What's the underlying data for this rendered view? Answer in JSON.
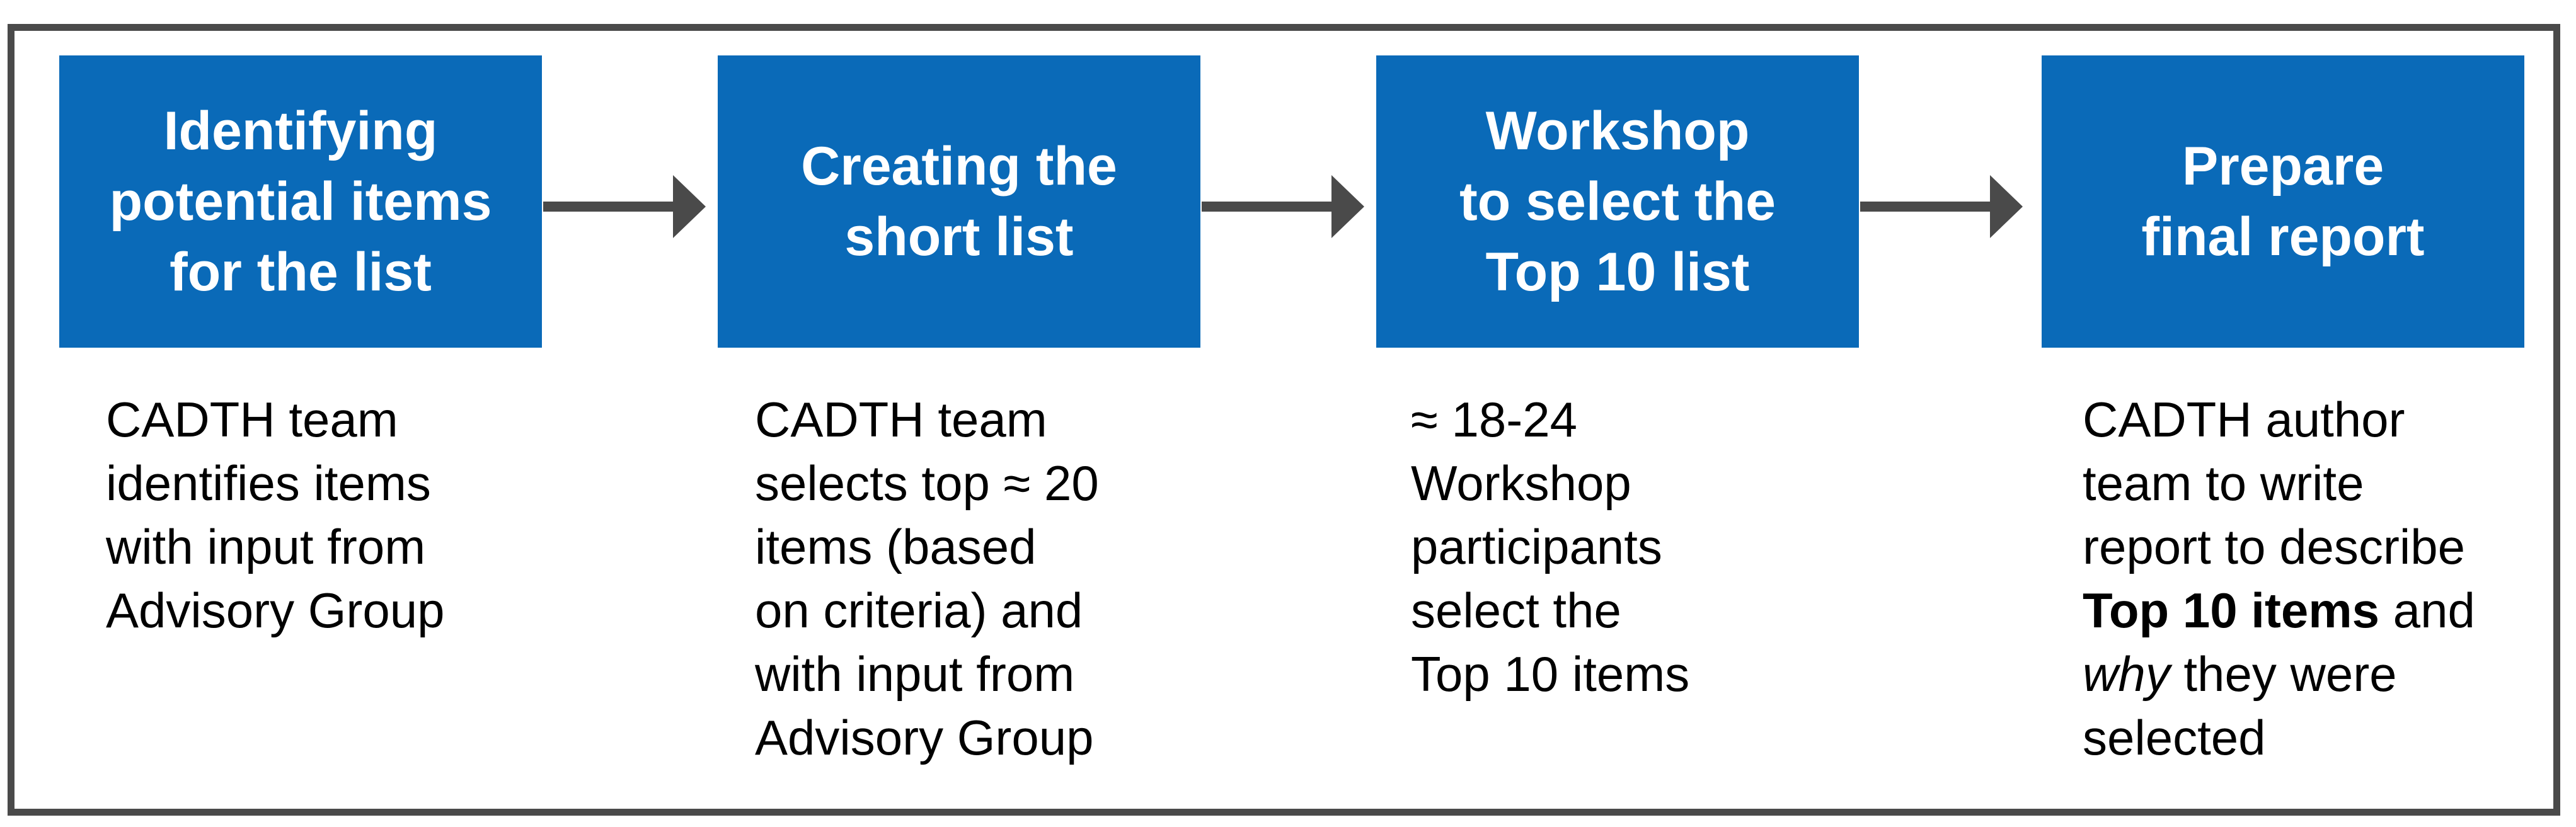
{
  "figure": {
    "frame_color": "#4a4a4a",
    "box_color": "#0a6ab8",
    "arrow_color": "#4a4a4a",
    "title_color": "#ffffff",
    "body_text_color": "#000000",
    "steps": [
      {
        "title": "Identifying\npotential items\nfor the list",
        "desc_runs": [
          [
            {
              "t": "CADTH team"
            }
          ],
          [
            {
              "t": "identifies items"
            }
          ],
          [
            {
              "t": "with input from"
            }
          ],
          [
            {
              "t": "Advisory Group"
            }
          ]
        ]
      },
      {
        "title": "Creating the\nshort list",
        "desc_runs": [
          [
            {
              "t": "CADTH team"
            }
          ],
          [
            {
              "t": "selects top ≈ 20"
            }
          ],
          [
            {
              "t": "items (based"
            }
          ],
          [
            {
              "t": "on criteria) and"
            }
          ],
          [
            {
              "t": "with input from"
            }
          ],
          [
            {
              "t": "Advisory Group"
            }
          ]
        ]
      },
      {
        "title": "Workshop\nto select the\nTop 10 list",
        "desc_runs": [
          [
            {
              "t": "≈ 18-24"
            }
          ],
          [
            {
              "t": "Workshop"
            }
          ],
          [
            {
              "t": "participants"
            }
          ],
          [
            {
              "t": "select the"
            }
          ],
          [
            {
              "t": "Top 10 items"
            }
          ]
        ]
      },
      {
        "title": "Prepare\nfinal report",
        "desc_runs": [
          [
            {
              "t": "CADTH author"
            }
          ],
          [
            {
              "t": "team to write"
            }
          ],
          [
            {
              "t": "report to describe"
            }
          ],
          [
            {
              "t": "Top 10 items",
              "b": true
            },
            {
              "t": " and"
            }
          ],
          [
            {
              "t": "why",
              "i": true
            },
            {
              "t": " they were"
            }
          ],
          [
            {
              "t": "selected"
            }
          ]
        ]
      }
    ]
  }
}
